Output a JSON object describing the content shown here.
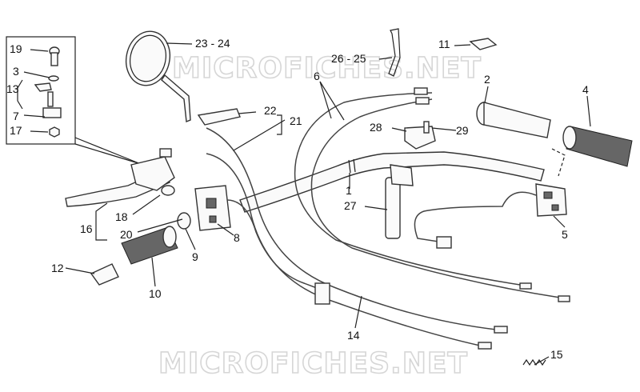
{
  "watermark": {
    "top": "MICROFICHES.NET",
    "bottom": "MICROFICHES.NET"
  },
  "callouts": {
    "c19": "19",
    "c3": "3",
    "c13": "13",
    "c7": "7",
    "c17": "17",
    "c23_24": "23 - 24",
    "c26_25": "26 - 25",
    "c11": "11",
    "c6": "6",
    "c2": "2",
    "c4": "4",
    "c22": "22",
    "c21": "21",
    "c28": "28",
    "c29": "29",
    "c1": "1",
    "c27": "27",
    "c5": "5",
    "c18": "18",
    "c16": "16",
    "c20": "20",
    "c9": "9",
    "c8": "8",
    "c12": "12",
    "c10": "10",
    "c14": "14",
    "c15": "15"
  }
}
